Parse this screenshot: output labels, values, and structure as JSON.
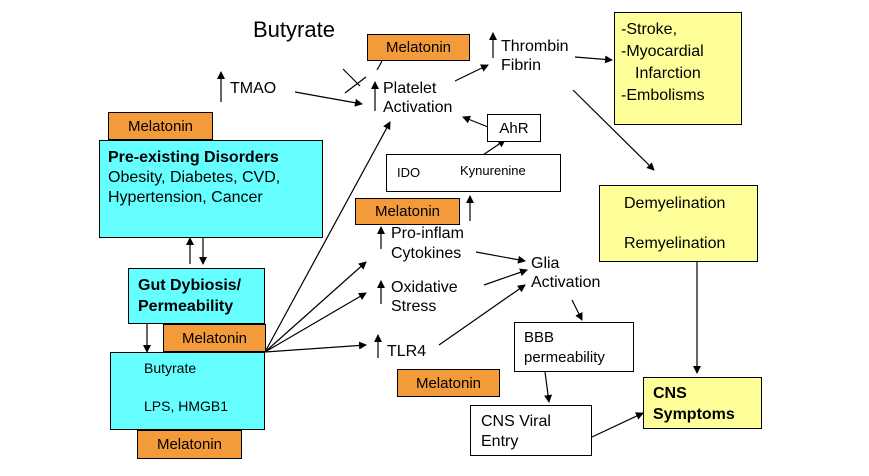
{
  "nodes": {
    "butyrate_top": "Butyrate",
    "melatonin_platelet": "Melatonin",
    "thrombin": "Thrombin",
    "fibrin": "Fibrin",
    "stroke": "-Stroke,",
    "myocardial": "-Myocardial",
    "infarction": "Infarction",
    "embolisms": "-Embolisms",
    "tmao": "TMAO",
    "platelet": "Platelet",
    "activation": "Activation",
    "melatonin_pre": "Melatonin",
    "pre_title": "Pre-existing Disorders",
    "pre_line1": "Obesity, Diabetes, CVD,",
    "pre_line2": "Hypertension, Cancer",
    "ahr": "AhR",
    "ido": "IDO",
    "kynurenine": "Kynurenine",
    "demyelination": "Demyelination",
    "remyelination": "Remyelination",
    "melatonin_cyto": "Melatonin",
    "pro_inflam": "Pro-inflam",
    "cytokines": "Cytokines",
    "glia": "Glia",
    "glia_activation": "Activation",
    "gut_line1": "Gut Dybiosis/",
    "gut_line2": "Permeability",
    "oxidative": "Oxidative",
    "stress": "Stress",
    "melatonin_gut": "Melatonin",
    "bbb_line1": "BBB",
    "bbb_line2": "permeability",
    "tlr4": "TLR4",
    "butyrate_gut": "Butyrate",
    "lps": "LPS, HMGB1",
    "melatonin_tlr": "Melatonin",
    "cns_viral_line1": "CNS Viral",
    "cns_viral_line2": "Entry",
    "cns_sym_line1": "CNS",
    "cns_sym_line2": "Symptoms",
    "melatonin_bottom": "Melatonin"
  }
}
